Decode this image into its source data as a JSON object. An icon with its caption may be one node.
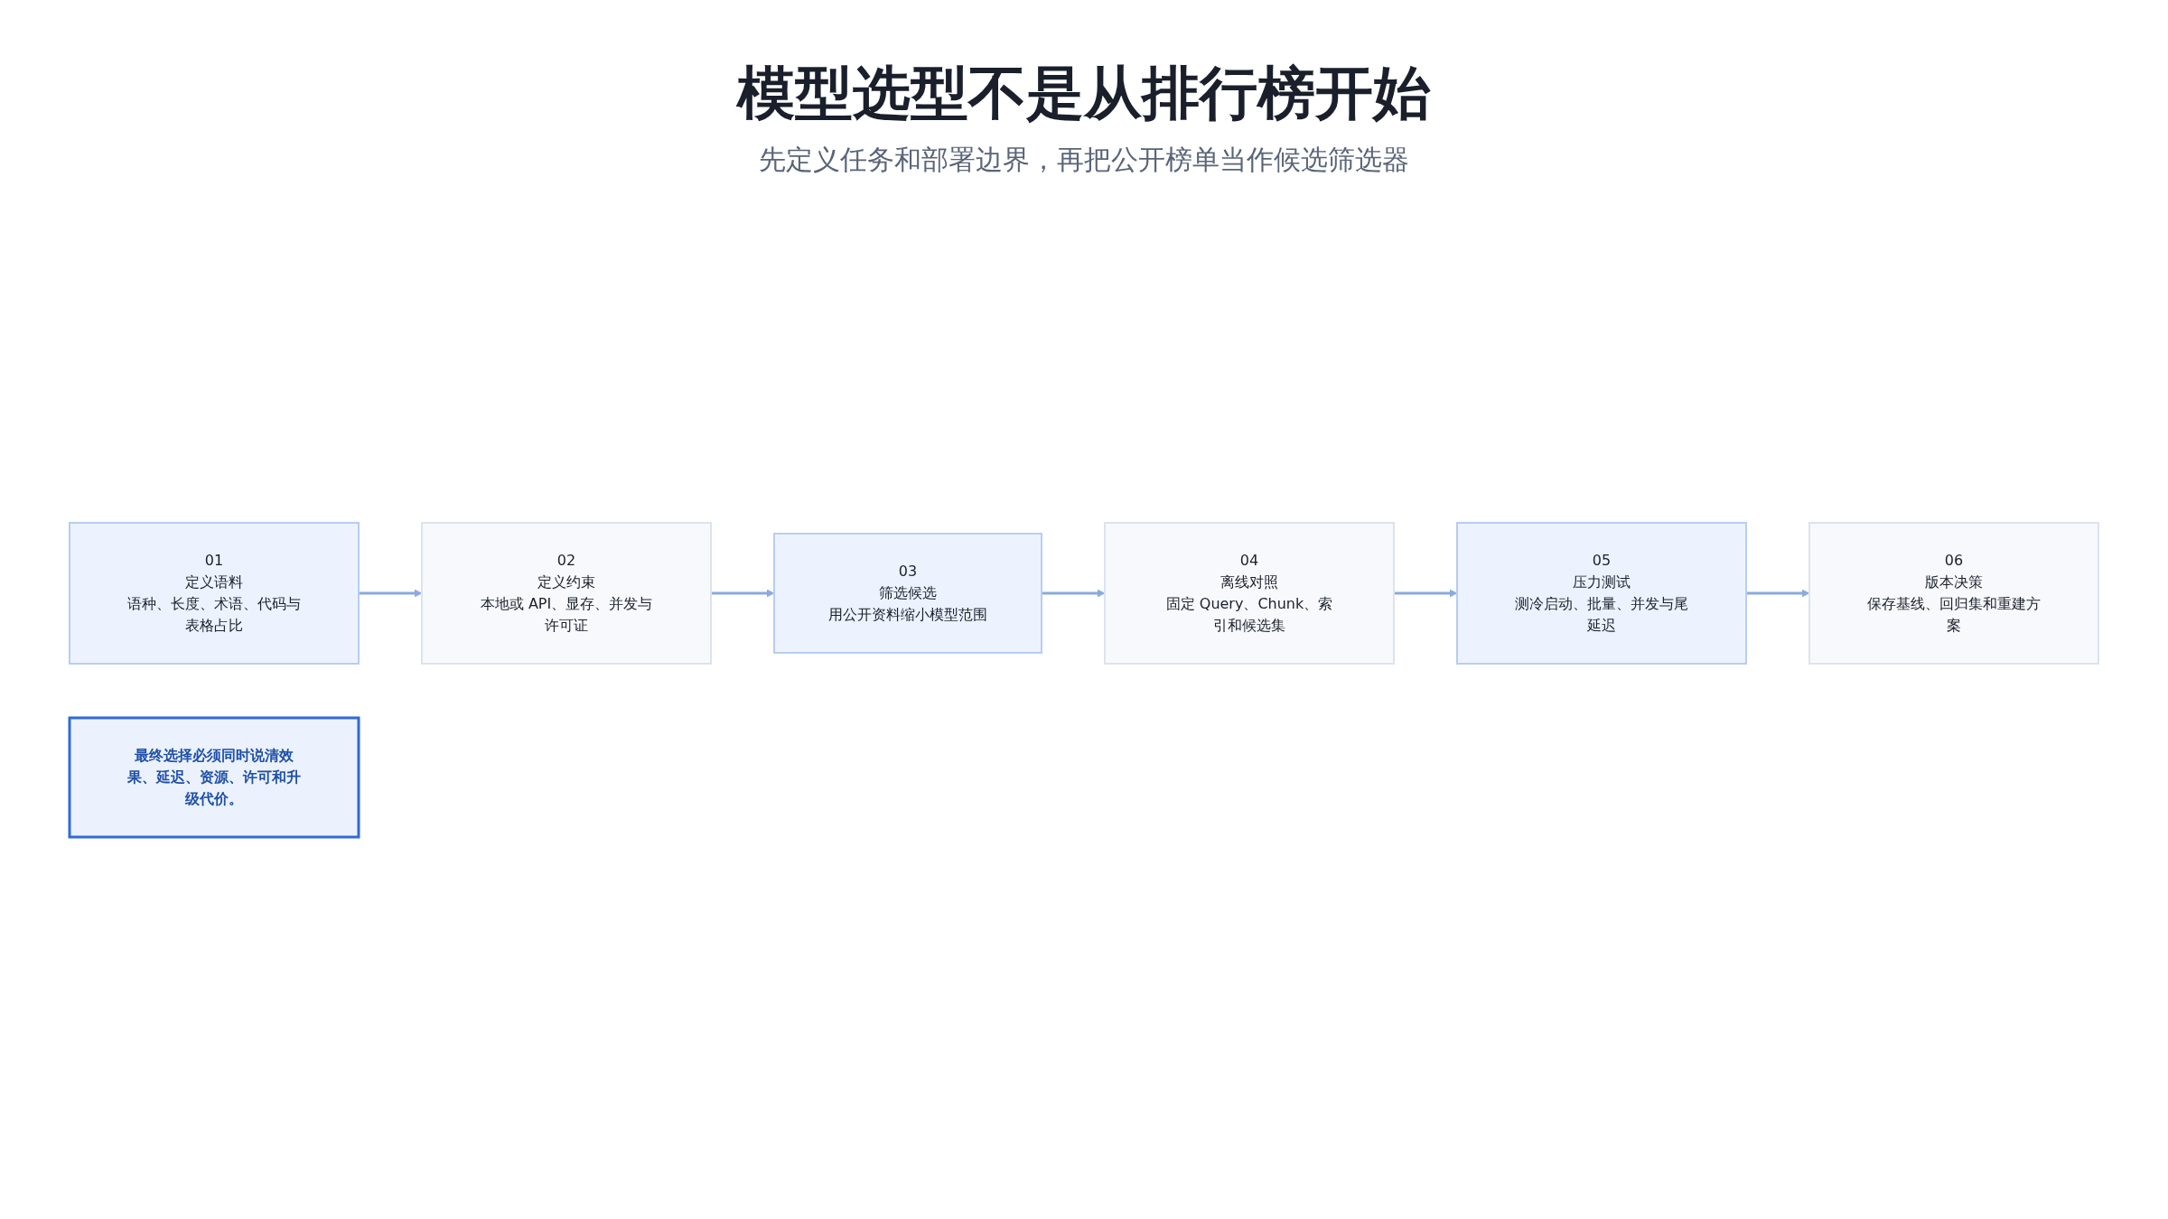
{
  "diagram": {
    "title": "模型选型不是从排行榜开始",
    "nodes": [
      {
        "text": [
          "01",
          "定义语料",
          "语种、长度、术语、代码与表格占比"
        ]
      },
      {
        "text": [
          "02",
          "定义约束",
          "本地或 API、显存、并发与许可证"
        ]
      },
      {
        "text": [
          "03",
          "筛选候选",
          "用公开资料缩小模型范围"
        ]
      },
      {
        "text": [
          "04",
          "离线对照",
          "固定 Query、Chunk、索引和候选集"
        ]
      },
      {
        "text": [
          "05",
          "压力测试",
          "测冷启动、批量、并发与尾延迟"
        ]
      },
      {
        "text": [
          "06",
          "版本决策",
          "保存基线、回归集和重建方案"
        ]
      },
      {
        "text": [
          "最终选择必须同时说清效果、延迟、资源、许可和升级代价。"
        ]
      }
    ],
    "edges": [
      {
        "from": 0,
        "to": 1,
        "arrow": "to"
      },
      {
        "from": 1,
        "to": 2,
        "arrow": "to"
      },
      {
        "from": 2,
        "to": 3,
        "arrow": "to"
      },
      {
        "from": 3,
        "to": 4,
        "arrow": "to"
      },
      {
        "from": 4,
        "to": 5,
        "arrow": "to"
      }
    ],
    "labels": [
      "先定义任务和部署边界，再把公开榜单当作候选筛选器"
    ]
  }
}
